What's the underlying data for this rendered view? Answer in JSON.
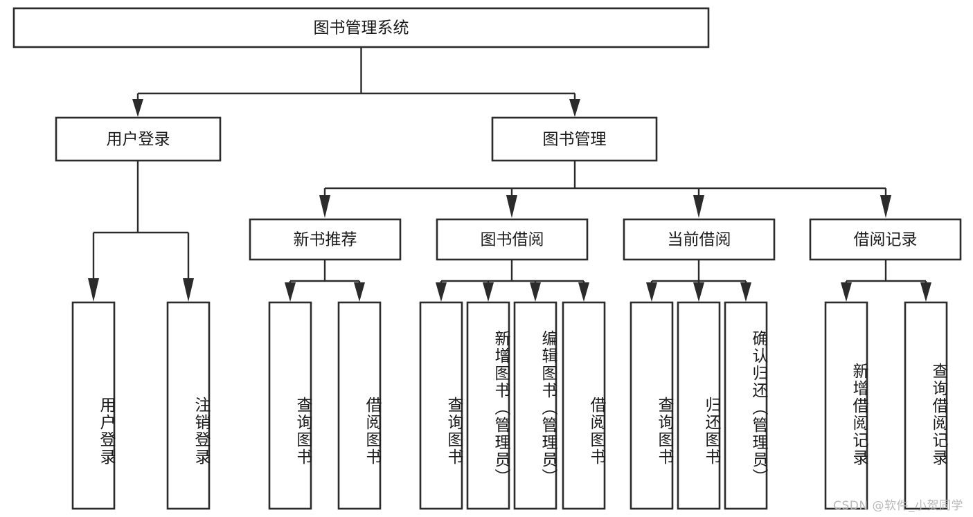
{
  "diagram": {
    "type": "tree",
    "title": "图书管理系统",
    "orientation": "top-down",
    "colors": {
      "box_stroke": "#2b2b2b",
      "box_fill": "#ffffff",
      "edge": "#2b2b2b",
      "text": "#1a1a1a",
      "background": "#ffffff",
      "watermark": "#b9b9b9"
    },
    "root": {
      "label": "图书管理系统"
    },
    "level2": [
      {
        "label": "用户登录"
      },
      {
        "label": "图书管理"
      }
    ],
    "level3": [
      {
        "label": "新书推荐"
      },
      {
        "label": "图书借阅"
      },
      {
        "label": "当前借阅"
      },
      {
        "label": "借阅记录"
      }
    ],
    "leaves": {
      "user_login": [
        {
          "label": "用户登录"
        },
        {
          "label": "注销登录"
        }
      ],
      "new_book_recommend": [
        {
          "label": "查询图书"
        },
        {
          "label": "借阅图书"
        }
      ],
      "book_borrow": [
        {
          "label": "查询图书"
        },
        {
          "label": "新增图书（管理员）"
        },
        {
          "label": "编辑图书（管理员）"
        },
        {
          "label": "借阅图书"
        }
      ],
      "current_borrow": [
        {
          "label": "查询图书"
        },
        {
          "label": "归还图书"
        },
        {
          "label": "确认归还（管理员）"
        }
      ],
      "borrow_record": [
        {
          "label": "新增借阅记录"
        },
        {
          "label": "查询借阅记录"
        }
      ]
    }
  },
  "watermark": {
    "text": "CSDN @软件_小贺同学"
  }
}
